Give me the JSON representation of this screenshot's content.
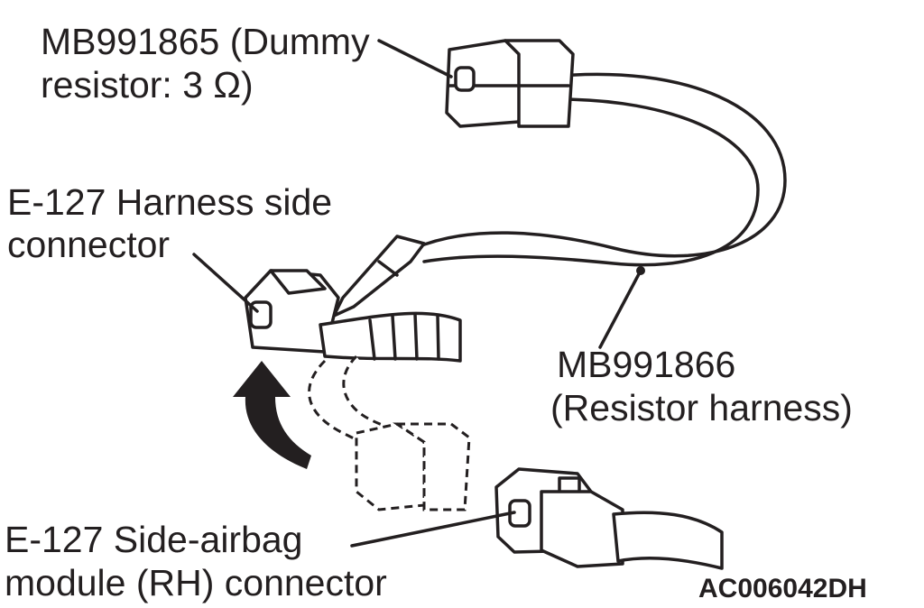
{
  "labels": {
    "dummy_resistor": [
      "MB991865 (Dummy",
      "resistor: 3 Ω)"
    ],
    "harness_side": [
      "E-127 Harness side",
      "connector"
    ],
    "resistor_harness": [
      "MB991866",
      "(Resistor harness)"
    ],
    "airbag_connector": [
      "E-127 Side-airbag",
      "module (RH) connector"
    ],
    "figure_code": "AC006042DH"
  },
  "colors": {
    "ink": "#231f20",
    "background": "#ffffff"
  }
}
